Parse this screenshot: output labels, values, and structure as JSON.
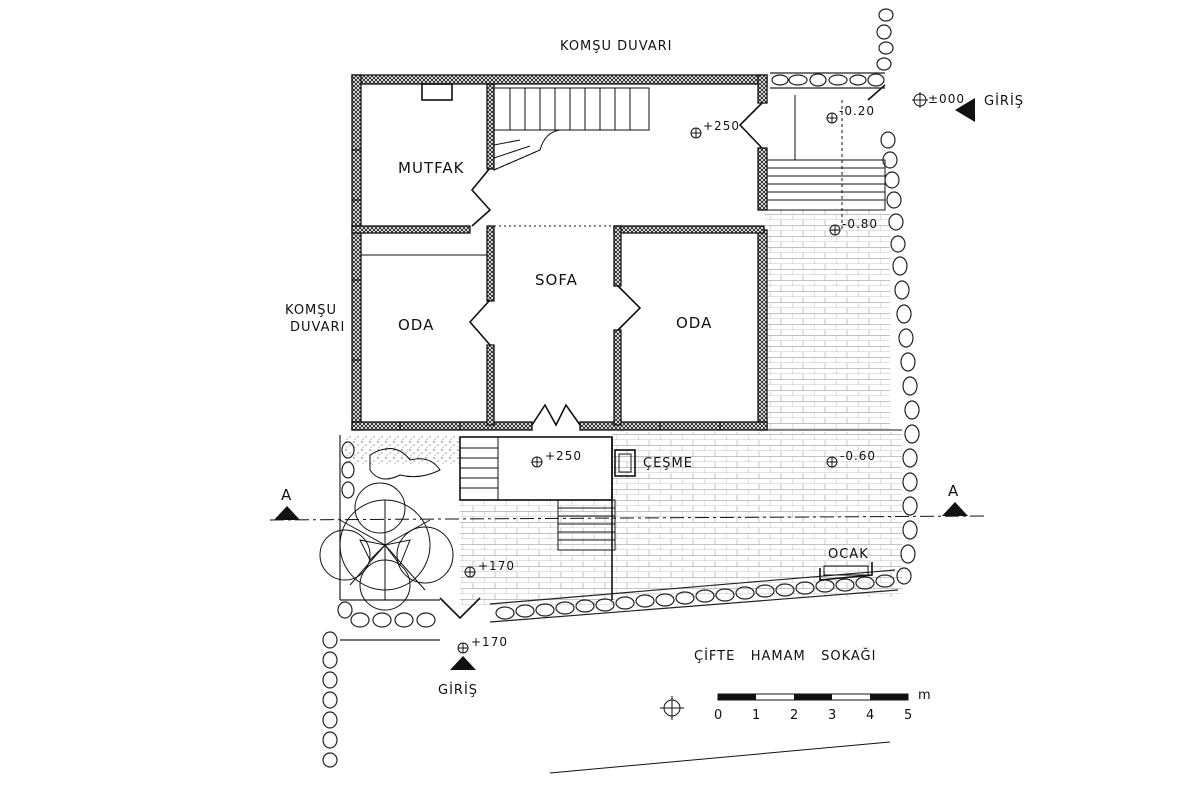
{
  "labels": {
    "top_neighbor_wall": "KOMŞU DUVARI",
    "left_neighbor_wall_1": "KOMŞU",
    "left_neighbor_wall_2": "DUVARI",
    "kitchen": "MUTFAK",
    "hall": "SOFA",
    "room_left": "ODA",
    "room_right": "ODA",
    "fountain": "ÇEŞME",
    "hearth": "OCAK",
    "street": "ÇİFTE   HAMAM   SOKAĞI",
    "entrance_right": "GİRİŞ",
    "entrance_bottom": "GİRİŞ",
    "section_left": "A",
    "section_right": "A"
  },
  "levels": {
    "entrance_datum": "±000",
    "upper_hall": "+250",
    "stair_top": "-0.20",
    "stair_bottom": "-0.80",
    "porch": "+250",
    "courtyard": "-0.60",
    "garden": "+170",
    "street_entry": "+170"
  },
  "scale_bar": {
    "unit": "m",
    "ticks": [
      "0",
      "1",
      "2",
      "3",
      "4",
      "5"
    ]
  },
  "colors": {
    "ink": "#111111",
    "paper": "#ffffff"
  }
}
